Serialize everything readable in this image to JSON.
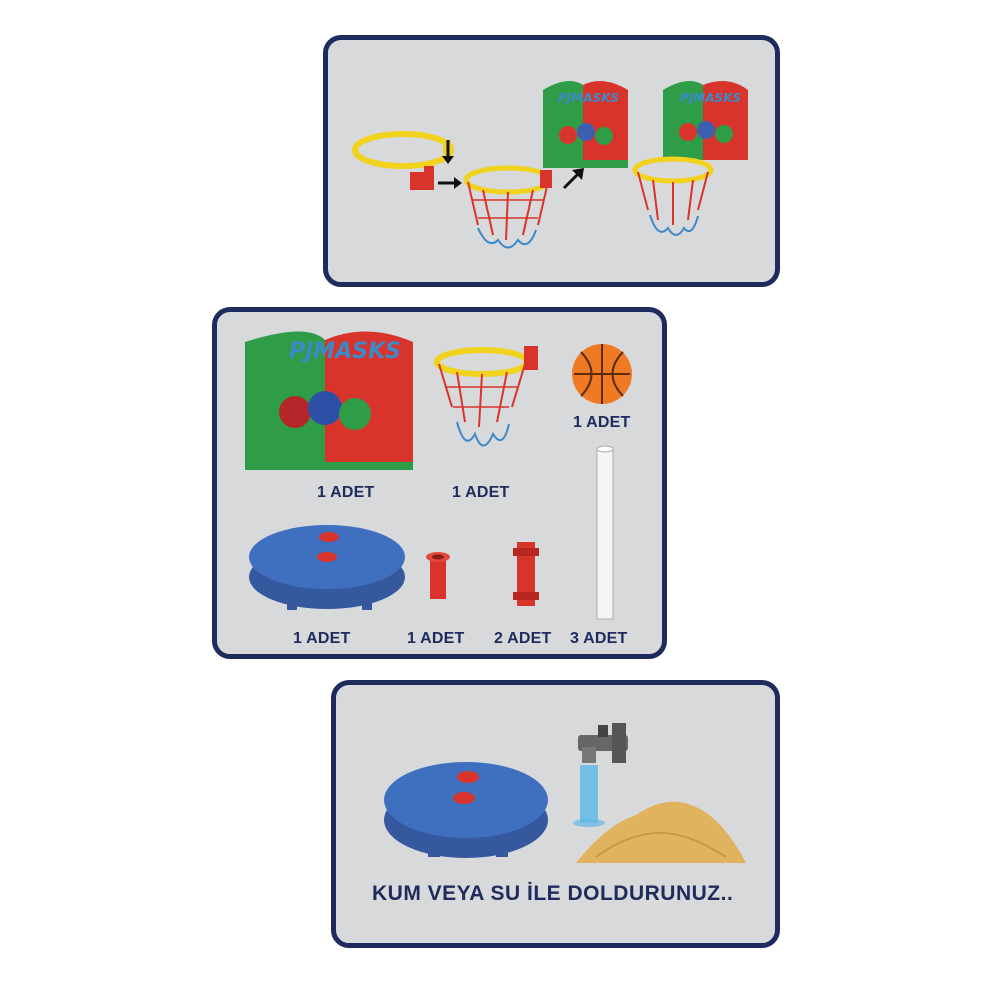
{
  "logo_text": "PJMASKS",
  "panels": {
    "assembly": {
      "steps": [
        "hoop-ring",
        "bracket",
        "rim-with-net",
        "backboard-attach",
        "final-assembly"
      ]
    },
    "parts": {
      "items": [
        {
          "part": "backboard",
          "qty": "1 ADET"
        },
        {
          "part": "rim-with-net",
          "qty": "1 ADET"
        },
        {
          "part": "ball",
          "qty": "1 ADET"
        },
        {
          "part": "base",
          "qty": "1 ADET"
        },
        {
          "part": "connector",
          "qty": "1 ADET"
        },
        {
          "part": "clip",
          "qty": "2 ADET"
        },
        {
          "part": "pole",
          "qty": "3 ADET"
        }
      ]
    },
    "fill": {
      "caption": "KUM VEYA SU İLE DOLDURUNUZ.."
    }
  },
  "colors": {
    "border": "#1f2b5c",
    "panel_bg": "#d8d9db",
    "rim": "#f1d21c",
    "net_red": "#d8342b",
    "net_blue": "#3d88c9",
    "base_blue": "#3f70c0",
    "ball_orange": "#f07a24"
  }
}
